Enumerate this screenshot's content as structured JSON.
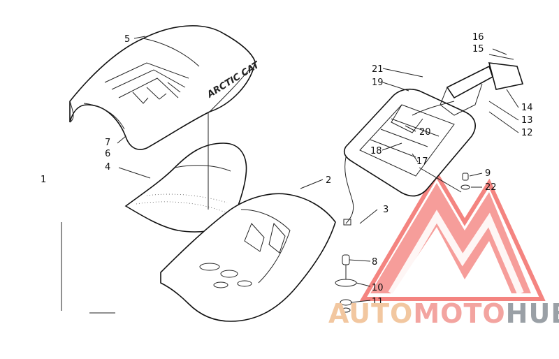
{
  "diagram": {
    "callouts": {
      "c1": "1",
      "c2": "2",
      "c3": "3",
      "c4": "4",
      "c5": "5",
      "c6": "6",
      "c7": "7",
      "c8": "8",
      "c9": "9",
      "c10": "10",
      "c11": "11",
      "c12": "12",
      "c13": "13",
      "c14": "14",
      "c15": "15",
      "c16": "16",
      "c17": "17",
      "c18": "18",
      "c19": "19",
      "c20": "20",
      "c21": "21",
      "c22": "22"
    },
    "seat_brand": "ARCTIC CAT"
  },
  "watermark": {
    "part1": "AUTO",
    "part2": "MOTO",
    "part3": "HUB",
    "colors": {
      "auto": "#f2c7a0",
      "moto": "#f3a4a0",
      "hub": "#9aa0a6",
      "logo": "#f36f6a"
    }
  }
}
